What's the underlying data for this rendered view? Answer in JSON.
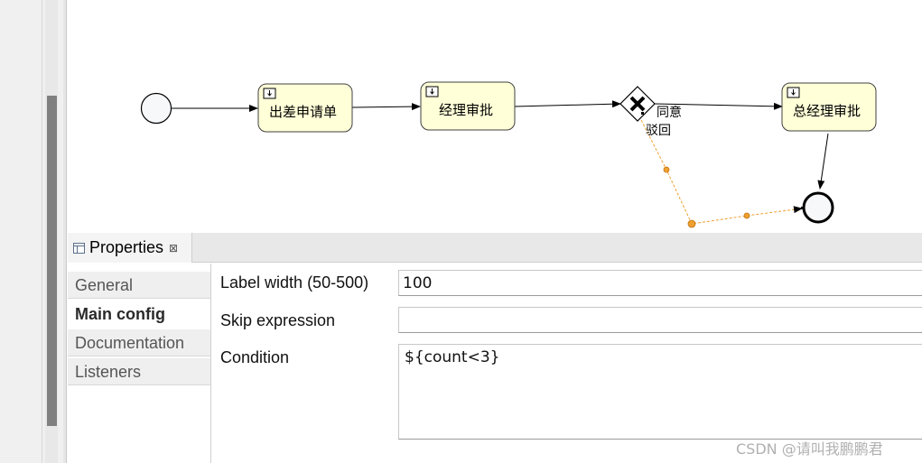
{
  "diagram": {
    "tasks": [
      {
        "label": "出差申请单"
      },
      {
        "label": "经理审批"
      },
      {
        "label": "总经理审批"
      }
    ],
    "flow_labels": {
      "agree": "同意",
      "reject": "驳回"
    },
    "colors": {
      "task_fill": "#ffffd8",
      "task_stroke": "#404040",
      "selected_flow": "#f0a030"
    },
    "icons": {
      "task_marker": "user-task-icon",
      "gateway": "exclusive-gateway-icon"
    }
  },
  "properties": {
    "title": "Properties",
    "close": "⊠",
    "nav": [
      {
        "label": "General",
        "active": false
      },
      {
        "label": "Main config",
        "active": true
      },
      {
        "label": "Documentation",
        "active": false
      },
      {
        "label": "Listeners",
        "active": false
      }
    ],
    "fields": {
      "label_width_label": "Label width (50-500)",
      "label_width_value": "100",
      "skip_expression_label": "Skip expression",
      "skip_expression_value": "",
      "condition_label": "Condition",
      "condition_value": "${count<3}"
    }
  },
  "watermark": "CSDN @请叫我鹏鹏君"
}
